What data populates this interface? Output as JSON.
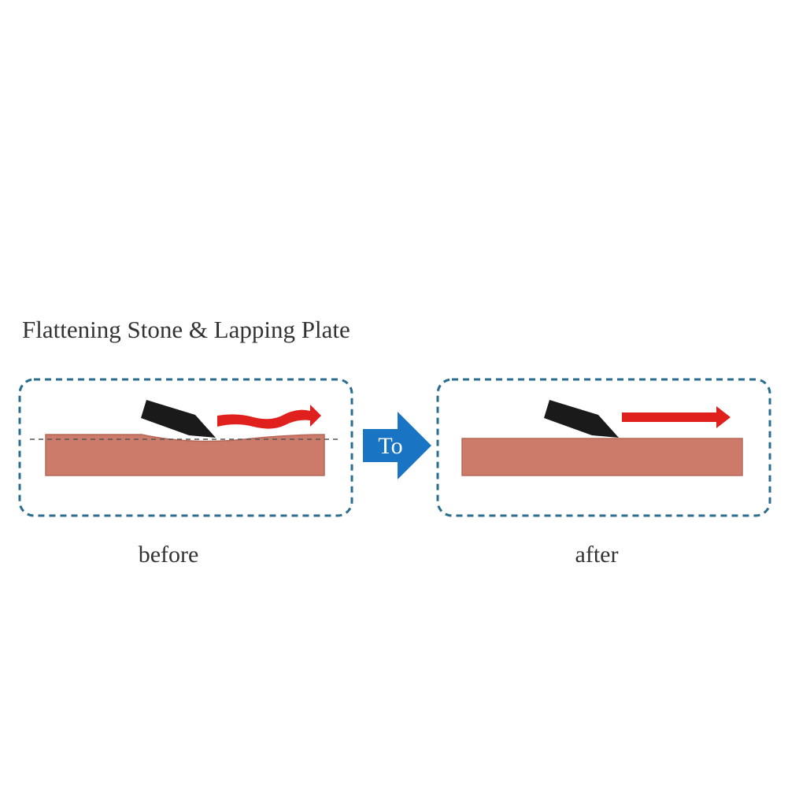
{
  "title": "Flattening Stone & Lapping Plate",
  "transition_label": "To",
  "panels": {
    "before": {
      "caption": "before"
    },
    "after": {
      "caption": "after"
    }
  },
  "colors": {
    "stone": "#cc7b6b",
    "stone_edge": "#b86858",
    "frame": "#2a6e8f",
    "tool": "#1a1a1a",
    "motion_arrow": "#e0201c",
    "transition_arrow": "#1a74c4",
    "text": "#333333",
    "flat_line": "#555555"
  },
  "icons": {
    "tool": "chisel-icon",
    "motion": "wavy-arrow-icon",
    "transition": "right-arrow-icon"
  }
}
